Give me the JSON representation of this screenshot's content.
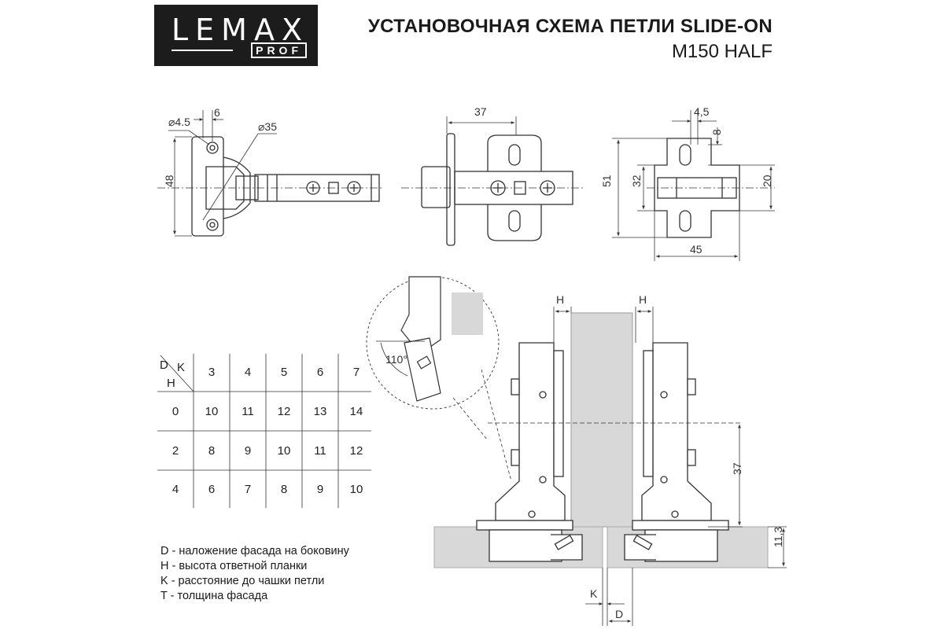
{
  "header": {
    "logo_main": "LEMAX",
    "logo_sub": "PROF",
    "title": "УСТАНОВОЧНАЯ СХЕМА ПЕТЛИ SLIDE-ON",
    "subtitle": "M150 HALF"
  },
  "dimensions": {
    "front_view": {
      "hole_dia": "⌀4.5",
      "offset": "6",
      "cup_dia": "⌀35",
      "height": "48"
    },
    "side_view": {
      "width": "37"
    },
    "plate_view": {
      "hole": "4,5",
      "slot": "8",
      "inner": "32",
      "outer": "51",
      "thickness": "20",
      "length": "45"
    },
    "section": {
      "h_left": "H",
      "h_right": "H",
      "angle": "110°",
      "depth": "37",
      "base": "11,3",
      "k": "K",
      "d": "D"
    }
  },
  "table": {
    "corner_d": "D",
    "corner_k": "K",
    "corner_h": "H",
    "k_values": [
      "3",
      "4",
      "5",
      "6",
      "7"
    ],
    "rows": [
      {
        "h": "0",
        "d": [
          "10",
          "11",
          "12",
          "13",
          "14"
        ]
      },
      {
        "h": "2",
        "d": [
          "8",
          "9",
          "10",
          "11",
          "12"
        ]
      },
      {
        "h": "4",
        "d": [
          "6",
          "7",
          "8",
          "9",
          "10"
        ]
      }
    ]
  },
  "legend": [
    "D - наложение фасада на боковину",
    "H - высота ответной планки",
    "K - расстояние до чашки петли",
    "T - толщина фасада"
  ]
}
